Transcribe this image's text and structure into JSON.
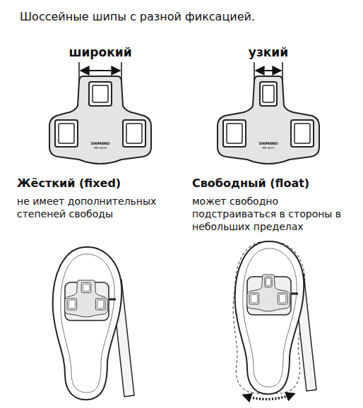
{
  "diagram": {
    "title": "Шоссейные шипы с разной фиксацией.",
    "labels": [
      "широкий",
      "узкий",
      "SHIMANO",
      "SM-SH10",
      "SHIMANO",
      "SM-SH11",
      "Жёсткий (fixed)",
      "не имеет дополнительных степеней свободы",
      "Свободный (float)",
      "может свободно подстраиваться в стороны в небольших пределах"
    ]
  }
}
